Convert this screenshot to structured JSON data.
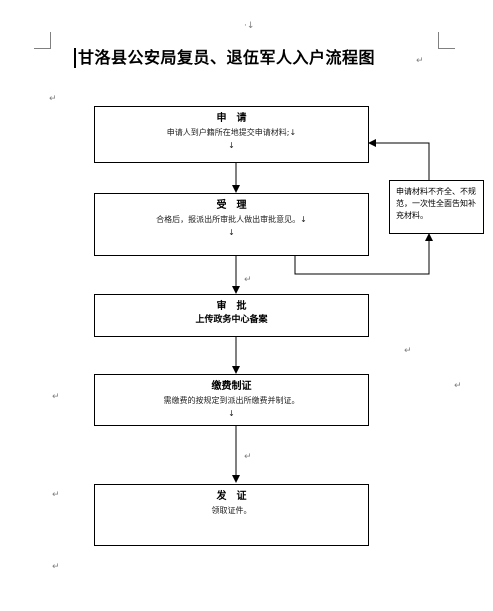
{
  "document": {
    "title": "甘洛县公安局复员、退伍军人入户流程图"
  },
  "marks": {
    "para": "↵",
    "header_mark": "·↓"
  },
  "steps": [
    {
      "title": "申　请",
      "body": "申请人到户籍所在地提交申请材料;↓",
      "extra": "↓"
    },
    {
      "title": "受　理",
      "body": "合格后，报派出所审批人做出审批意见。↓",
      "extra": "↓"
    },
    {
      "title": "审　批",
      "body": "上传政务中心备案"
    },
    {
      "title": "缴费制证",
      "body": "需缴费的按规定到派出所缴费并制证。",
      "extra": "↓"
    },
    {
      "title": "发　证",
      "body": "领取证件。"
    }
  ],
  "side_note": {
    "text": "申请材料不齐全、不规范，一次性全面告知补充材料。"
  }
}
